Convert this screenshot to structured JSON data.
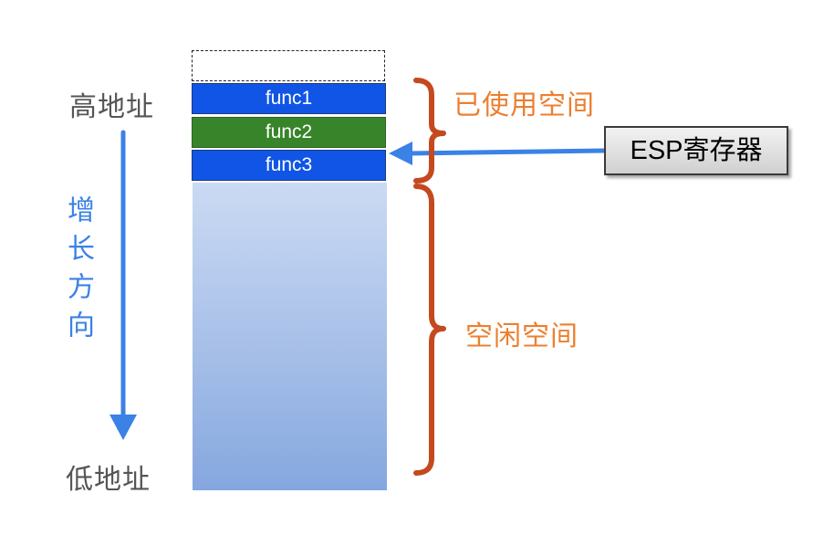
{
  "address_labels": {
    "high": "高地址",
    "low": "低地址"
  },
  "growth_direction": "增长方向",
  "stack_frames": [
    {
      "label": "func1",
      "color": "#1155e6"
    },
    {
      "label": "func2",
      "color": "#38842a"
    },
    {
      "label": "func3",
      "color": "#1155e6"
    }
  ],
  "regions": {
    "used": "已使用空间",
    "free": "空闲空间"
  },
  "register": {
    "label": "ESP寄存器"
  },
  "colors": {
    "growth_arrow": "#3b82e6",
    "brace": "#c4491f",
    "region_text": "#ec7f2f",
    "pointer_arrow": "#3b82e6"
  }
}
